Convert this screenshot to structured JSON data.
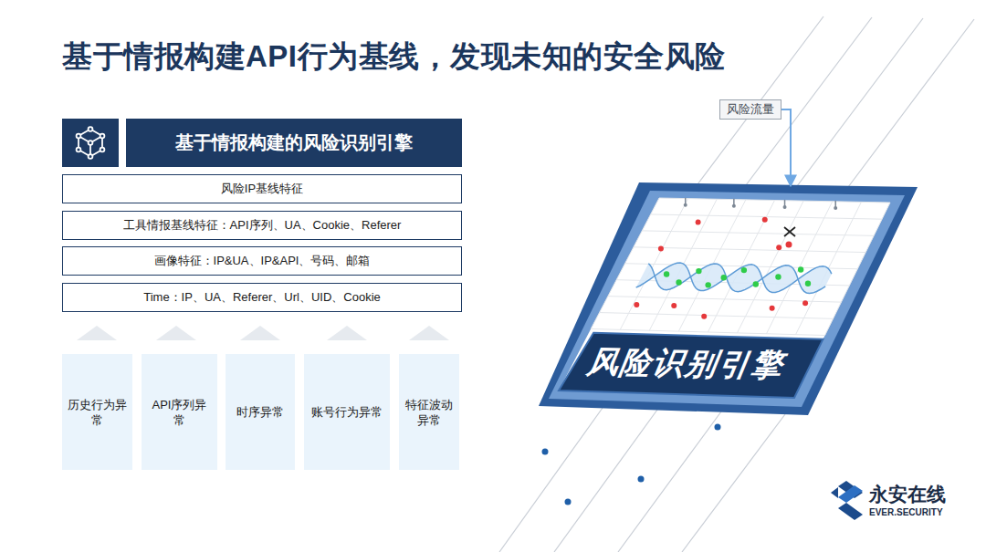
{
  "diagram": {
    "title": "基于情报构建API行为基线，发现未知的安全风险",
    "nodes": [
      {
        "text": [
          "基于情报构建的风险识别引擎"
        ]
      },
      {
        "text": [
          "风险IP基线特征"
        ]
      },
      {
        "text": [
          "工具情报基线特征：API序列、UA、Cookie、Referer"
        ]
      },
      {
        "text": [
          "画像特征：IP&UA、IP&API、号码、邮箱"
        ]
      },
      {
        "text": [
          "Time：IP、UA、Referer、Url、UID、Cookie"
        ]
      },
      {
        "text": [
          "历史行为异常"
        ]
      },
      {
        "text": [
          "API序列异常"
        ]
      },
      {
        "text": [
          "时序异常"
        ]
      },
      {
        "text": [
          "账号行为异常"
        ]
      },
      {
        "text": [
          "特征波动异常"
        ]
      },
      {
        "text": [
          "风险流量"
        ]
      },
      {
        "text": [
          "风险识别引擎"
        ]
      }
    ],
    "edges": [
      {
        "from": 10,
        "to": 11,
        "arrow": "to"
      }
    ],
    "labels": [
      "永安在线",
      "EVER.SECURITY"
    ]
  }
}
